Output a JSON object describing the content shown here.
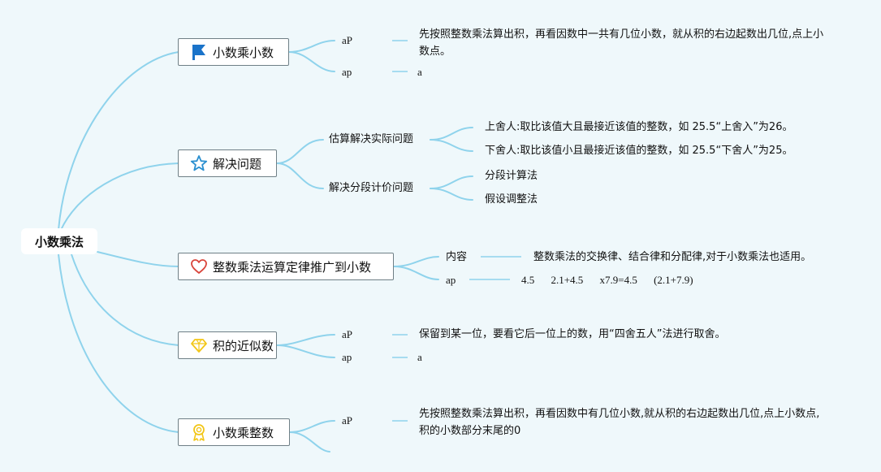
{
  "root": {
    "label": "小数乘法"
  },
  "branches": [
    {
      "label": "小数乘小数",
      "icon": "flag-icon",
      "children": [
        {
          "label": "aP",
          "text": "先按照整数乘法算出积，再看因数中一共有几位小数，就从积的右边起数出几位,点上小数点。"
        },
        {
          "label": "ap",
          "text": "a"
        }
      ]
    },
    {
      "label": "解决问题",
      "icon": "star-icon",
      "children": [
        {
          "label": "估算解决实际问题",
          "children": [
            "上舍人:取比该值大且最接近该值的整数，如 25.5“上舍入”为26。",
            "下舍人:取比该值小且最接近该值的整数，如 25.5“下舍人”为25。"
          ]
        },
        {
          "label": "解决分段计价问题",
          "children": [
            "分段计算法",
            "假设调整法"
          ]
        }
      ]
    },
    {
      "label": "整数乘法运算定律推广到小数",
      "icon": "heart-icon",
      "children": [
        {
          "label": "内容",
          "text": "整数乘法的交换律、结合律和分配律,对于小数乘法也适用。"
        },
        {
          "label": "ap",
          "text": "4.5\u0000\u00002.1+4.5\u0000\u0000x7.9=4.5\u0000\u0000(2.1+7.9)"
        }
      ]
    },
    {
      "label": "积的近似数",
      "icon": "diamond-icon",
      "children": [
        {
          "label": "aP",
          "text": "保留到某一位，要看它后一位上的数，用“四舍五人”法进行取舍。"
        },
        {
          "label": "ap",
          "text": "a"
        }
      ]
    },
    {
      "label": "小数乘整数",
      "icon": "medal-icon",
      "children": [
        {
          "label": "aP",
          "text": "先按照整数乘法算出积，再看因数中有几位小数,就从积的右边起数出几位,点上小数点,积的小数部分末尾的0"
        }
      ]
    }
  ],
  "colors": {
    "line": "#8fd3ec",
    "background": "#eff8fb",
    "flag": "#1a73c9",
    "star": "#2a8fd0",
    "heart": "#d9443a",
    "diamond": "#f2c618",
    "medal": "#f2c618"
  }
}
